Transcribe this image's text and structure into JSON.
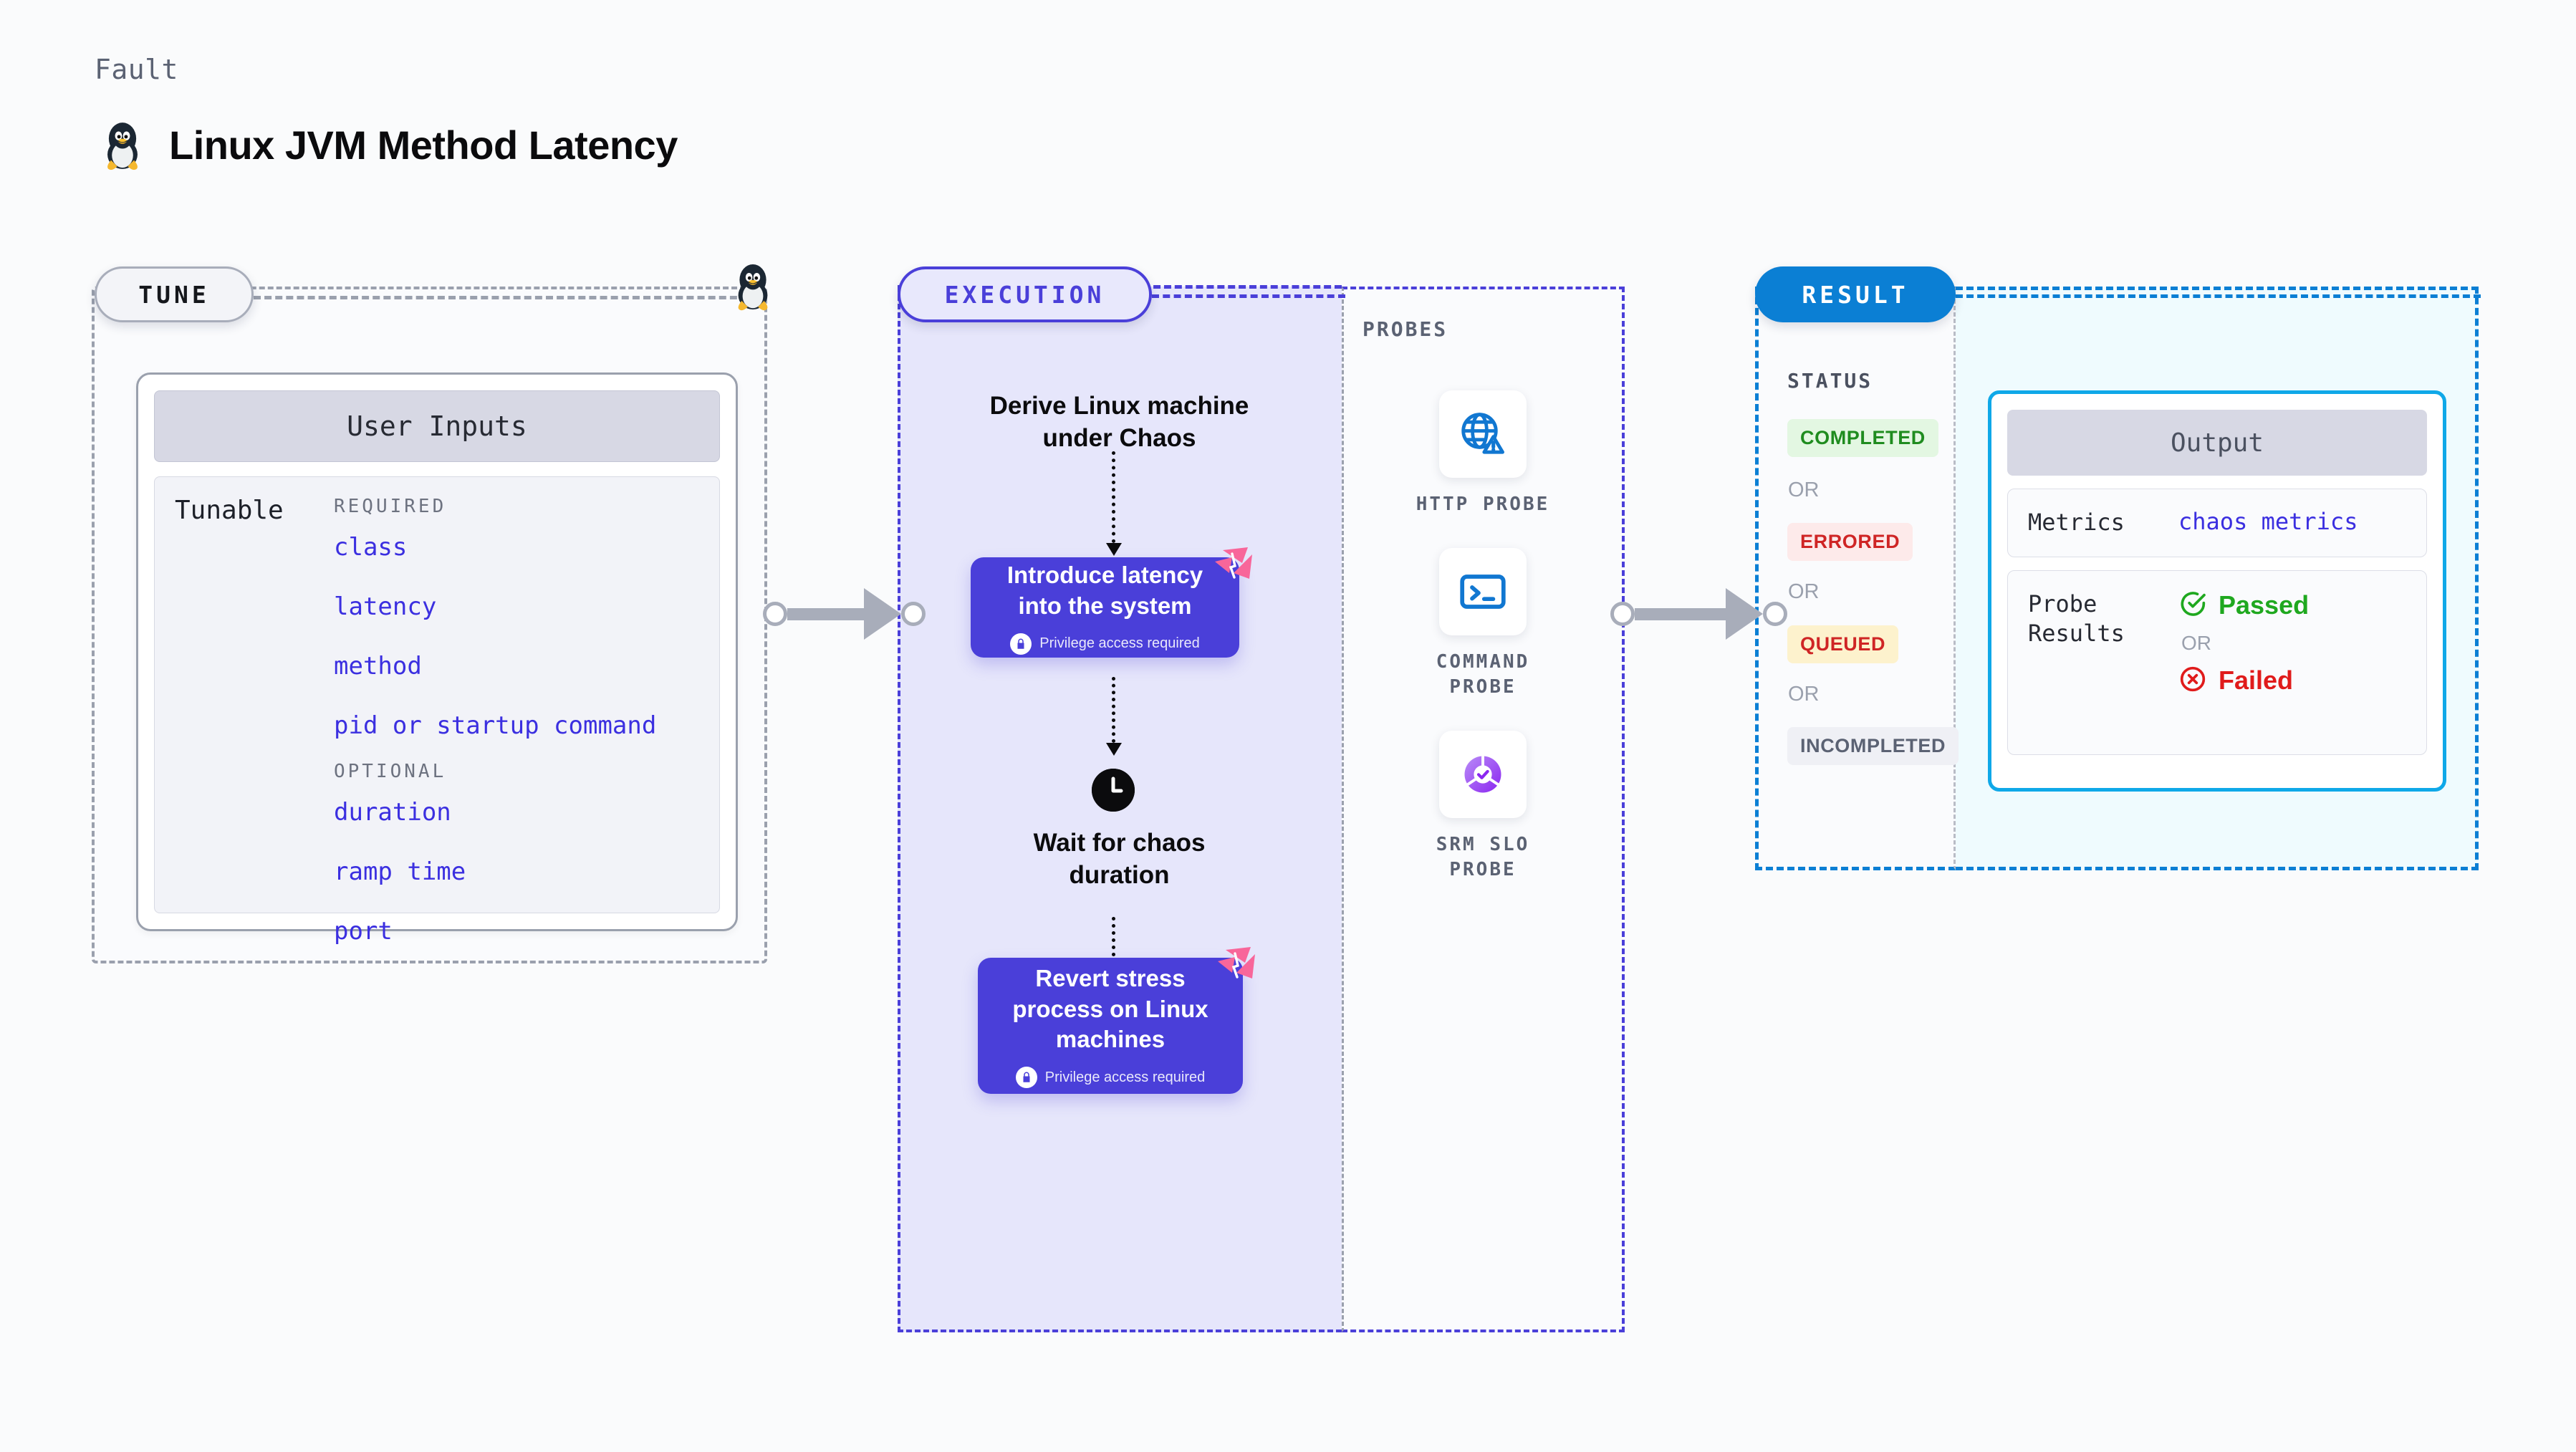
{
  "header": {
    "kicker": "Fault",
    "title": "Linux JVM Method Latency",
    "icon": "tux-penguin-icon"
  },
  "tune": {
    "pill_label": "TUNE",
    "line_icon": "tux-penguin-icon",
    "card": {
      "header": "User Inputs",
      "row_label": "Tunable",
      "groups": [
        {
          "heading": "REQUIRED",
          "items": [
            "class",
            "latency",
            "method",
            "pid or startup command"
          ]
        },
        {
          "heading": "OPTIONAL",
          "items": [
            "duration",
            "ramp time",
            "port"
          ]
        }
      ]
    }
  },
  "execution": {
    "pill_label": "EXECUTION",
    "steps": [
      {
        "type": "text",
        "label": "Derive Linux machine under Chaos"
      },
      {
        "type": "card",
        "label": "Introduce latency into the system",
        "note": "Privilege access required",
        "badge": "harness-logo-icon",
        "lock": "lock-icon"
      },
      {
        "type": "clock",
        "label": "Wait for chaos duration",
        "icon": "clock-icon"
      },
      {
        "type": "card",
        "label": "Revert stress process on Linux machines",
        "note": "Privilege access required",
        "badge": "harness-logo-icon",
        "lock": "lock-icon"
      }
    ]
  },
  "probes": {
    "section_label": "PROBES",
    "items": [
      {
        "name": "HTTP PROBE",
        "icon": "globe-warning-icon"
      },
      {
        "name": "COMMAND PROBE",
        "icon": "terminal-icon"
      },
      {
        "name": "SRM SLO PROBE",
        "icon": "slo-donut-check-icon"
      }
    ]
  },
  "result": {
    "pill_label": "RESULT",
    "status_label": "STATUS",
    "or_label": "OR",
    "statuses": [
      {
        "label": "COMPLETED",
        "bg": "#e3f7e2",
        "fg": "#1f8c1f"
      },
      {
        "label": "ERRORED",
        "bg": "#fdeaea",
        "fg": "#cf2525"
      },
      {
        "label": "QUEUED",
        "bg": "#fdf2cd",
        "fg": "#cf2525"
      },
      {
        "label": "INCOMPLETED",
        "bg": "#eff0f5",
        "fg": "#5b6273"
      }
    ],
    "output": {
      "header": "Output",
      "metrics_key": "Metrics",
      "metrics_value": "chaos metrics",
      "probe_key": "Probe Results",
      "passed": "Passed",
      "failed": "Failed",
      "or_label": "OR",
      "pass_icon": "check-circle-icon",
      "fail_icon": "x-circle-icon"
    }
  },
  "colors": {
    "purple": "#4a3fd9",
    "blue": "#0b7fd4",
    "cyan": "#0fa8e8",
    "pink": "#f8669a",
    "gray": "#9aa0ad",
    "green": "#1fa81f",
    "red": "#e01b1b"
  }
}
